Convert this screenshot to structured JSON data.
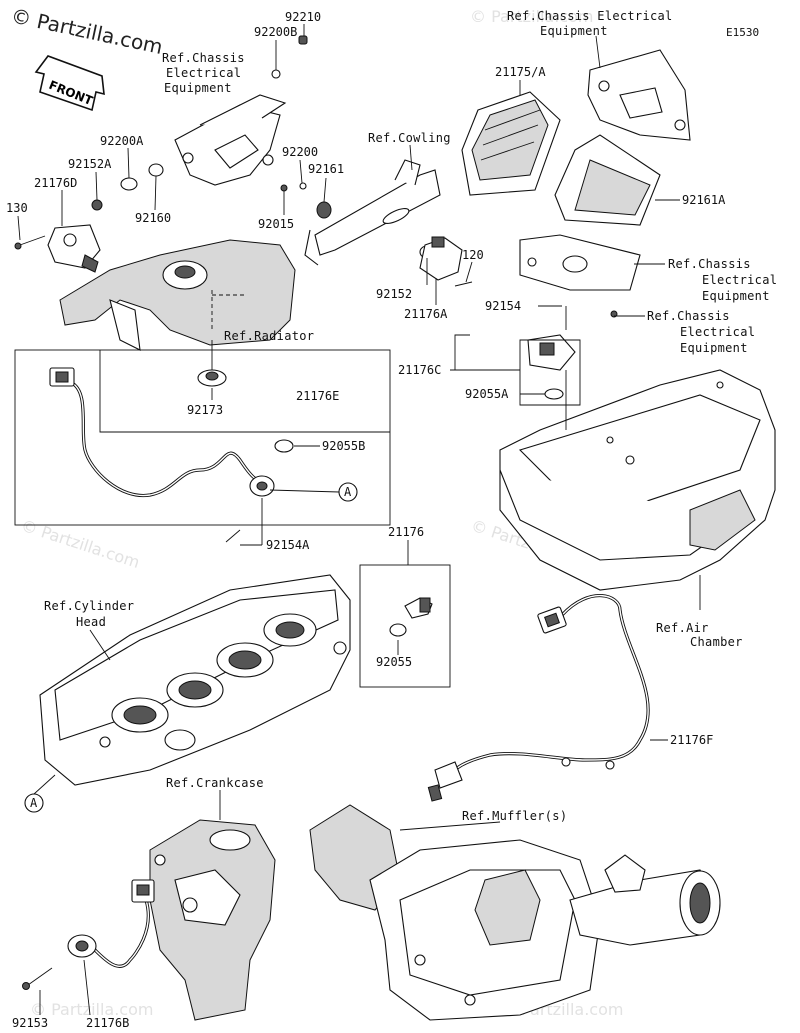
{
  "brand": "© Partzilla.com",
  "diagram_code": "E1530",
  "front_label": "FRONT",
  "watermarks": [
    "© Partzilla.com",
    "© Partzilla.com",
    "© Partzilla.com",
    "© Partzilla.com",
    "© Partzilla.com"
  ],
  "callouts": {
    "a1": "A",
    "a2": "A"
  },
  "refs": {
    "chassis_top": [
      "Ref.Chassis Electrical",
      "Equipment"
    ],
    "chassis_left": [
      "Ref.Chassis",
      "Electrical",
      "Equipment"
    ],
    "cowling": "Ref.Cowling",
    "radiator": "Ref.Radiator",
    "chassis_mid": [
      "Ref.Chassis",
      "Electrical",
      "Equipment"
    ],
    "chassis_low": [
      "Ref.Chassis",
      "Electrical",
      "Equipment"
    ],
    "cylinder_head": [
      "Ref.Cylinder",
      "Head"
    ],
    "air_chamber": [
      "Ref.Air",
      "Chamber"
    ],
    "crankcase": "Ref.Crankcase",
    "muffler": "Ref.Muffler(s)"
  },
  "parts": {
    "p92210": "92210",
    "p92200B": "92200B",
    "p21175A": "21175/A",
    "p92200A": "92200A",
    "p92152A": "92152A",
    "p21176D": "21176D",
    "p130": "130",
    "p92160": "92160",
    "p92200": "92200",
    "p92161": "92161",
    "p92015": "92015",
    "p92161A": "92161A",
    "p92152": "92152",
    "p120": "120",
    "p21176A": "21176A",
    "p92154": "92154",
    "p21176C": "21176C",
    "p92055A": "92055A",
    "p92173": "92173",
    "p21176E": "21176E",
    "p92055B": "92055B",
    "p92154A": "92154A",
    "p21176": "21176",
    "p92055": "92055",
    "p21176F": "21176F",
    "p92153": "92153",
    "p21176B": "21176B"
  }
}
